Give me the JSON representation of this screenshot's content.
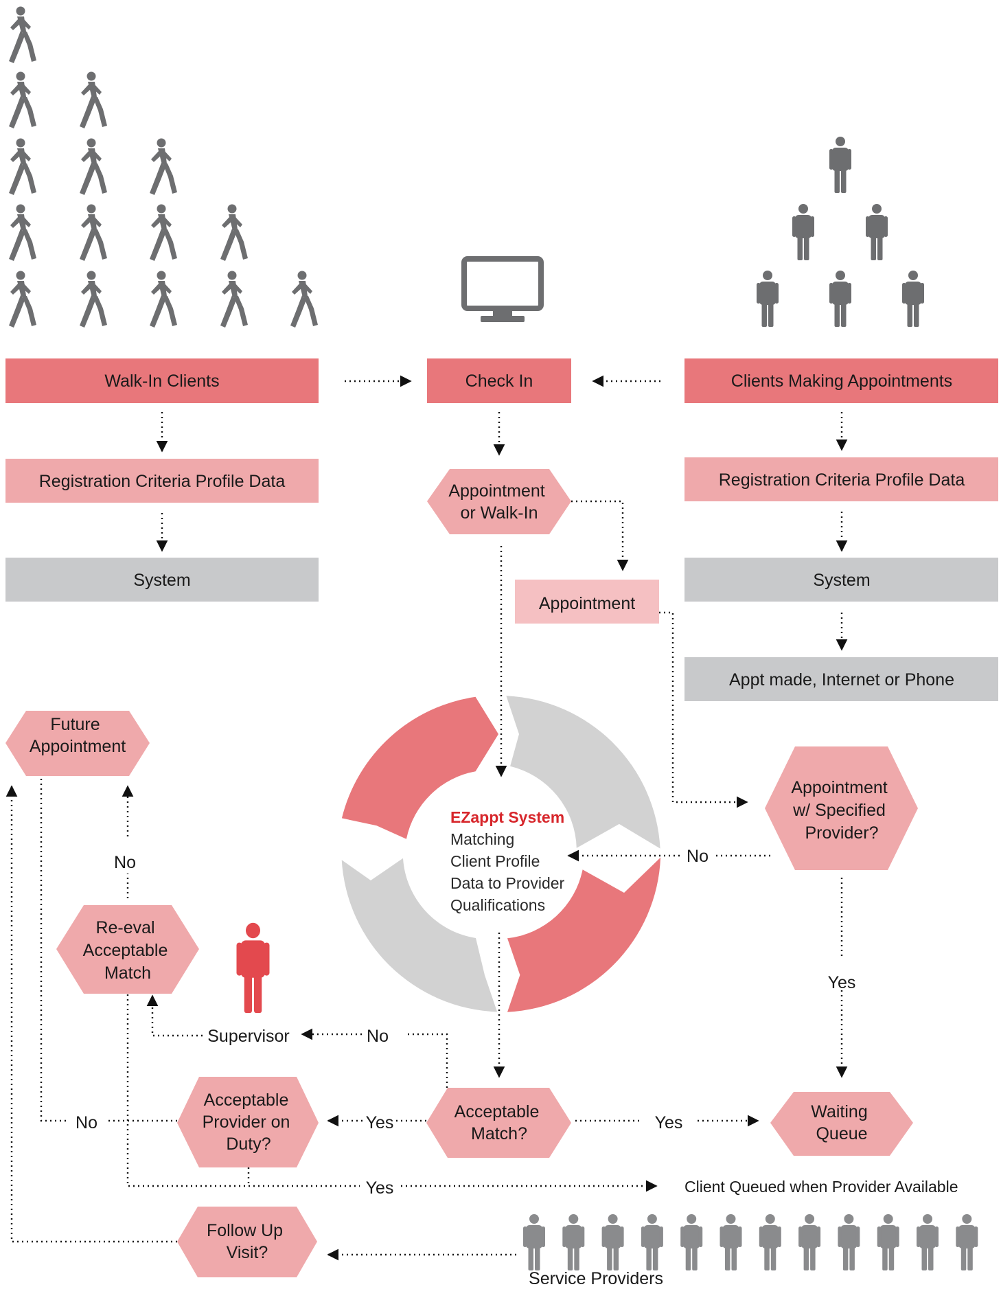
{
  "colors": {
    "primary_box": "#e8777b",
    "secondary_box": "#efa9ab",
    "light_box": "#f5c0c2",
    "system_box": "#c8c9cb",
    "cycle_red": "#e8777b",
    "cycle_gray": "#d2d2d2",
    "figure_gray": "#6d6e70",
    "figure_light": "#8a8b8d",
    "supervisor_red": "#e3494e",
    "accent_text": "#d7262b"
  },
  "icons": {
    "walkers": "walking-person-icon",
    "monitor": "computer-monitor-icon",
    "appointment_people": "standing-person-icon",
    "supervisor": "supervisor-person-icon",
    "providers": "service-provider-person-icon"
  },
  "boxes": {
    "walk_in_clients": "Walk-In Clients",
    "check_in": "Check In",
    "clients_making_appointments": "Clients Making Appointments",
    "registration_left": "Registration Criteria Profile Data",
    "registration_right": "Registration Criteria Profile Data",
    "system_left": "System",
    "system_right": "System",
    "appointment": "Appointment",
    "appt_made": "Appt made, Internet or Phone"
  },
  "decisions": {
    "appointment_or_walkin": [
      "Appointment",
      "or Walk-In"
    ],
    "future_appointment": [
      "Future",
      "Appointment"
    ],
    "appointment_specified_provider": [
      "Appointment",
      "w/ Specified",
      "Provider?"
    ],
    "re_eval_match": [
      "Re-eval",
      "Acceptable",
      "Match"
    ],
    "acceptable_provider_on_duty": [
      "Acceptable",
      "Provider on",
      "Duty?"
    ],
    "acceptable_match": [
      "Acceptable",
      "Match?"
    ],
    "waiting_queue": [
      "Waiting",
      "Queue"
    ],
    "follow_up_visit": [
      "Follow Up",
      "Visit?"
    ]
  },
  "core": {
    "title": "EZappt System",
    "lines": [
      "Matching",
      "Client Profile",
      "Data to Provider",
      "Qualifications"
    ]
  },
  "edge_labels": {
    "no_to_core": "No",
    "no_future": "No",
    "yes_specified": "Yes",
    "supervisor": "Supervisor",
    "no_supervisor": "No",
    "no_on_duty": "No",
    "yes_on_duty": "Yes",
    "yes_waiting": "Yes",
    "yes_queued": "Yes",
    "client_queued": "Client Queued when Provider Available",
    "service_providers": "Service Providers"
  }
}
